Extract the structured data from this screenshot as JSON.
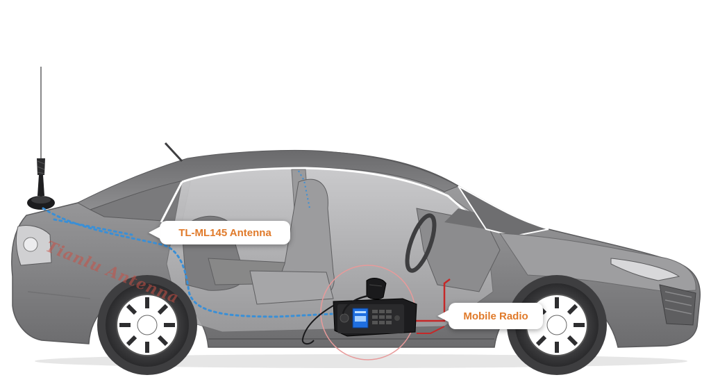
{
  "labels": {
    "antenna_callout": "TL-ML145 Antenna",
    "radio_callout": "Mobile Radio",
    "watermark": "Tianlu Antenna"
  },
  "colors": {
    "callout_text": "#e07a2a",
    "cable_dotted": "#3a8fd6",
    "power_wire": "#c62828",
    "highlight_circle": "#e89a9a",
    "car_body": "#8a8a8c",
    "radio_display": "#1f6fe0"
  },
  "icons": [
    "magnetic-antenna-icon",
    "mobile-radio-icon",
    "handheld-microphone-icon"
  ]
}
